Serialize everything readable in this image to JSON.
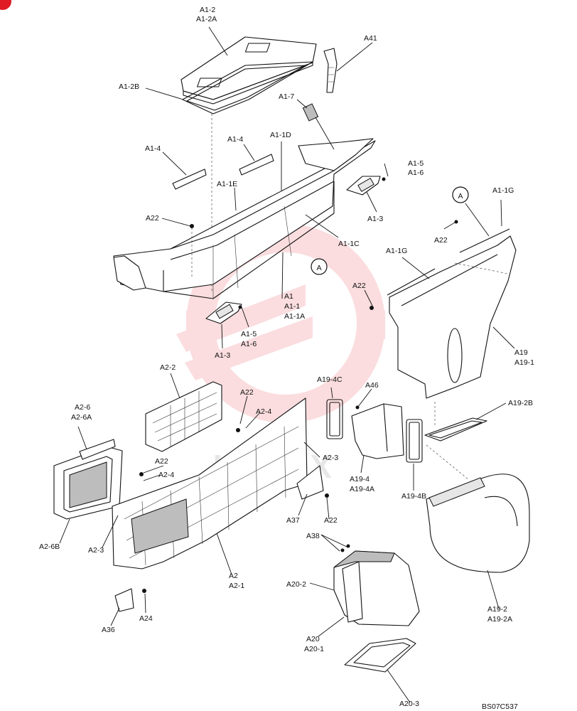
{
  "colors": {
    "watermark": "#e8323c",
    "line": "#111111",
    "corner_mark": "#e01b24"
  },
  "watermark": {
    "text": "UFEFX"
  },
  "drawing_code": "BS07C537",
  "callouts": {
    "A_top": "A",
    "A_right": "A"
  },
  "labels": {
    "a1_2": [
      "A1-2",
      "A1-2A"
    ],
    "a41": "A41",
    "a1_2b": "A1-2B",
    "a1_7": "A1-7",
    "a1_4_left": "A1-4",
    "a1_4_mid": "A1-4",
    "a1_1d": "A1-1D",
    "a1_5_top": [
      "A1-5",
      "A1-6"
    ],
    "a1_1e": "A1-1E",
    "a1_3_top": "A1-3",
    "a22_top": "A22",
    "a1_1c": "A1-1C",
    "a1_1g_right": "A1-1G",
    "a22_right_top": "A22",
    "a1_1g_mid": "A1-1G",
    "a22_mid": "A22",
    "a1": [
      "A1",
      "A1-1",
      "A1-1A"
    ],
    "a1_5_bottom": [
      "A1-5",
      "A1-6"
    ],
    "a1_3_bottom": "A1-3",
    "a19": [
      "A19",
      "A19-1"
    ],
    "a2_2": "A2-2",
    "a19_4c": "A19-4C",
    "a46": "A46",
    "a22_lower": "A22",
    "a2_4_top": "A2-4",
    "a19_2b": "A19-2B",
    "a2_6": [
      "A2-6",
      "A2-6A"
    ],
    "a2_3_right": "A2-3",
    "a22_lower_left": "A22",
    "a2_4_left": "A2-4",
    "a19_4": [
      "A19-4",
      "A19-4A"
    ],
    "a19_4b": "A19-4B",
    "a37": "A37",
    "a22_bracket": "A22",
    "a2_6b": "A2-6B",
    "a2_3_left": "A2-3",
    "a38": "A38",
    "a2": [
      "A2",
      "A2-1"
    ],
    "a20_2": "A20-2",
    "a36": "A36",
    "a24": "A24",
    "a19_2": [
      "A19-2",
      "A19-2A"
    ],
    "a20": [
      "A20",
      "A20-1"
    ],
    "a20_3": "A20-3"
  }
}
